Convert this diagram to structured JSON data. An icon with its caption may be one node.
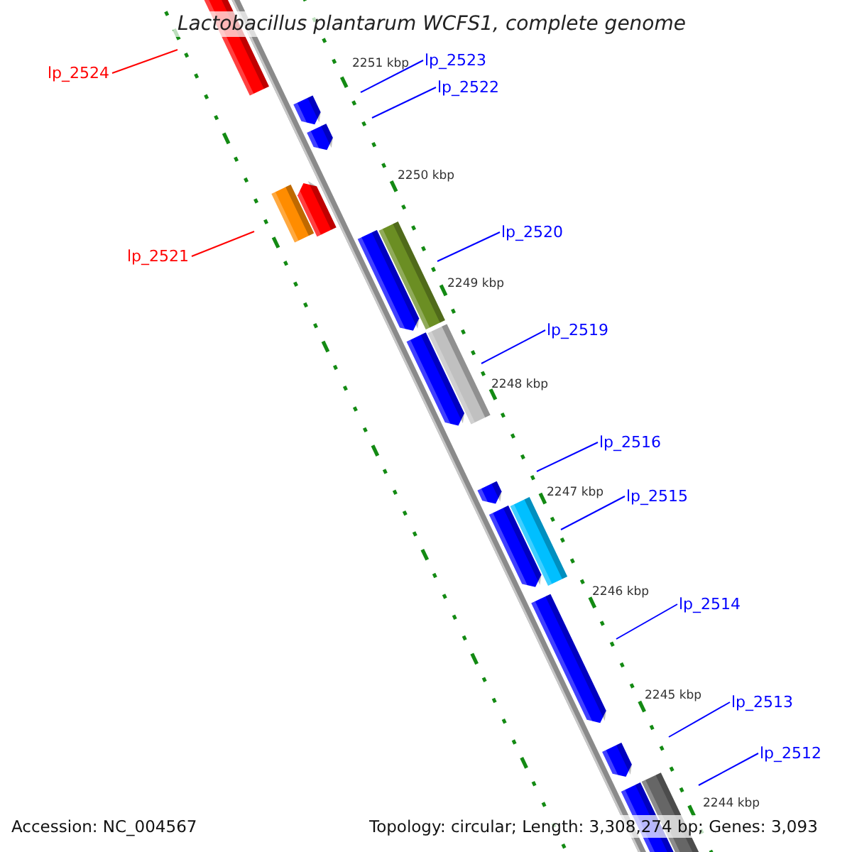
{
  "diagram": {
    "title": "Lactobacillus plantarum WCFS1, complete genome",
    "nodes": [
      {
        "text": [
          "lp_2524"
        ]
      },
      {
        "text": [
          "lp_2523"
        ]
      },
      {
        "text": [
          "lp_2522"
        ]
      },
      {
        "text": [
          "lp_2521"
        ]
      },
      {
        "text": [
          "lp_2520"
        ]
      },
      {
        "text": [
          "lp_2519"
        ]
      },
      {
        "text": [
          "lp_2516"
        ]
      },
      {
        "text": [
          "lp_2515"
        ]
      },
      {
        "text": [
          "lp_2514"
        ]
      },
      {
        "text": [
          "lp_2513"
        ]
      },
      {
        "text": [
          "lp_2512"
        ]
      }
    ],
    "edges": [
      {
        "from": 0,
        "to": null,
        "arrow": "none",
        "color": "#ff0000"
      },
      {
        "from": 1,
        "to": null,
        "arrow": "none"
      },
      {
        "from": 2,
        "to": null,
        "arrow": "none"
      },
      {
        "from": 3,
        "to": null,
        "arrow": "none",
        "color": "#ff0000"
      },
      {
        "from": 4,
        "to": null,
        "arrow": "none"
      },
      {
        "from": 5,
        "to": null,
        "arrow": "none"
      },
      {
        "from": 6,
        "to": null,
        "arrow": "none"
      },
      {
        "from": 7,
        "to": null,
        "arrow": "none"
      },
      {
        "from": 8,
        "to": null,
        "arrow": "none"
      },
      {
        "from": 9,
        "to": null,
        "arrow": "none"
      },
      {
        "from": 10,
        "to": null,
        "arrow": "none"
      }
    ],
    "labels": [
      "2251 kbp",
      "2250 kbp",
      "2249 kbp",
      "2248 kbp",
      "2247 kbp",
      "2246 kbp",
      "2245 kbp",
      "2244 kbp",
      "Accession: NC_004567",
      "Topology: circular; Length: 3,308,274 bp; Genes: 3,093"
    ]
  }
}
